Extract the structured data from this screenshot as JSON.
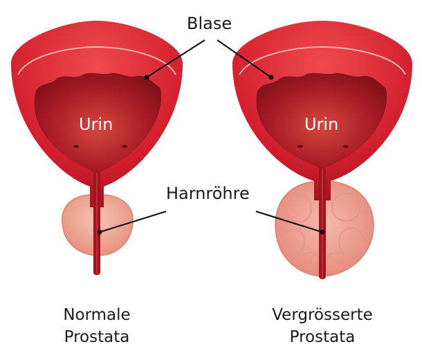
{
  "labels": {
    "blase": "Blase",
    "harnroehre": "Harnröhre",
    "urin_left": "Urin",
    "urin_right": "Urin"
  },
  "captions": {
    "left_line1": "Normale",
    "left_line2": "Prostata",
    "right_line1": "Vergrösserte",
    "right_line2": "Prostata"
  },
  "colors": {
    "bladder_wall": "#d21f2d",
    "bladder_inner": "#b8202a",
    "urine": "#a21b25",
    "prostata": "#f2a895",
    "line": "#111111",
    "text": "#1a1a1a"
  }
}
